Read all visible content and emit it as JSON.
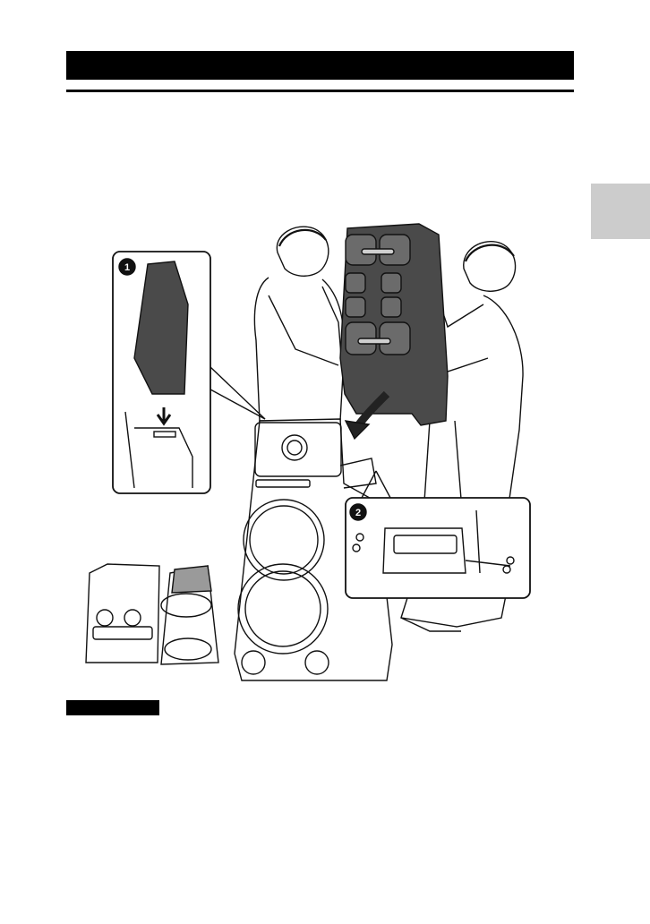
{
  "header": {
    "title_bar_color": "#000000",
    "section_tab_color": "#cccccc"
  },
  "illustration": {
    "step_markers": [
      "1",
      "2"
    ],
    "icons": [
      "speaker-assembly-illustration",
      "person-icon",
      "screw-icon",
      "arrow-icon"
    ]
  },
  "note": {
    "label_color": "#000000"
  }
}
